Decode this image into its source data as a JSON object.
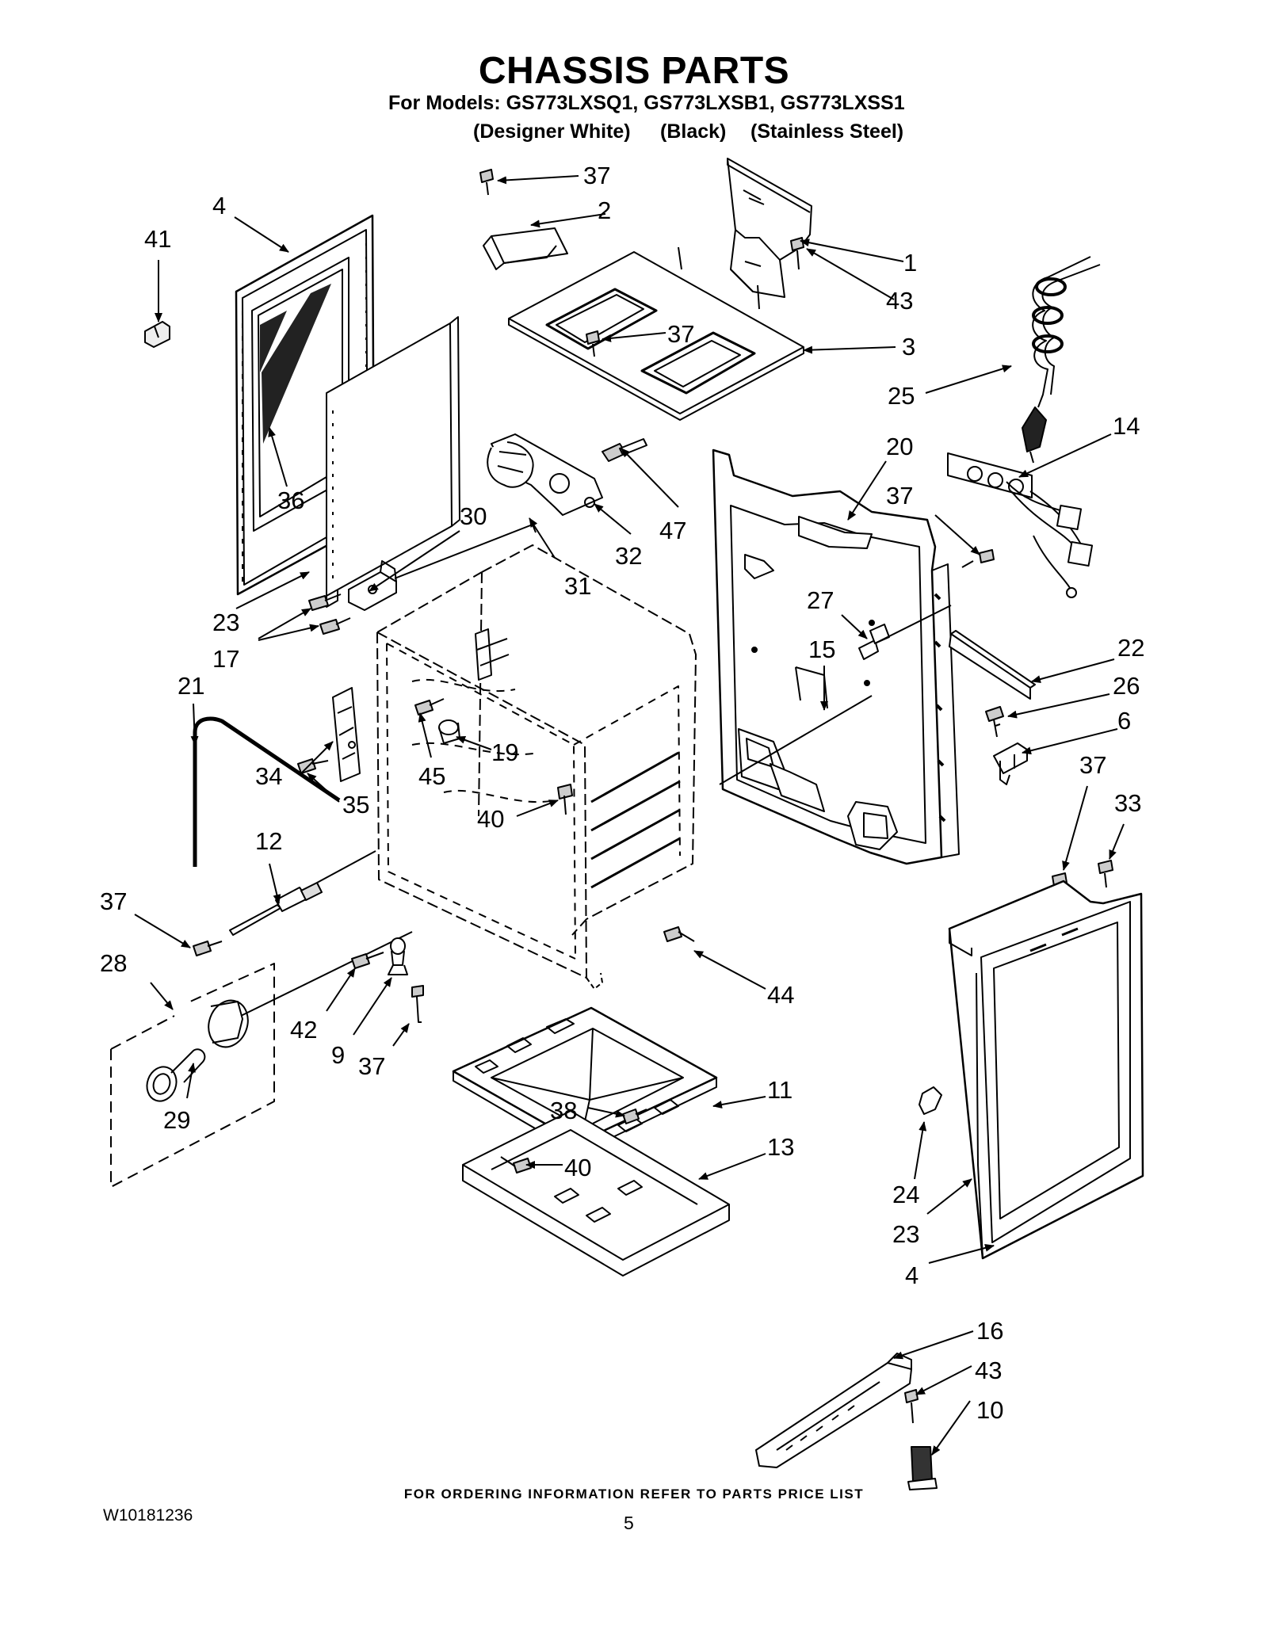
{
  "header": {
    "title": "CHASSIS PARTS",
    "models_line": "For Models: GS773LXSQ1, GS773LXSB1, GS773LXSS1",
    "variants": [
      "(Designer White)",
      "(Black)",
      "(Stainless Steel)"
    ]
  },
  "callouts": [
    "41",
    "4",
    "37",
    "2",
    "1",
    "43",
    "37",
    "3",
    "25",
    "14",
    "36",
    "30",
    "31",
    "32",
    "47",
    "20",
    "37",
    "23",
    "17",
    "21",
    "27",
    "15",
    "22",
    "26",
    "6",
    "34",
    "45",
    "19",
    "35",
    "40",
    "37",
    "33",
    "12",
    "37",
    "28",
    "42",
    "9",
    "37",
    "44",
    "29",
    "38",
    "11",
    "40",
    "13",
    "24",
    "23",
    "4",
    "16",
    "43",
    "10"
  ],
  "footer": {
    "ordering_note": "FOR ORDERING INFORMATION REFER TO PARTS PRICE LIST",
    "doc_number": "W10181236",
    "page_number": "5"
  }
}
